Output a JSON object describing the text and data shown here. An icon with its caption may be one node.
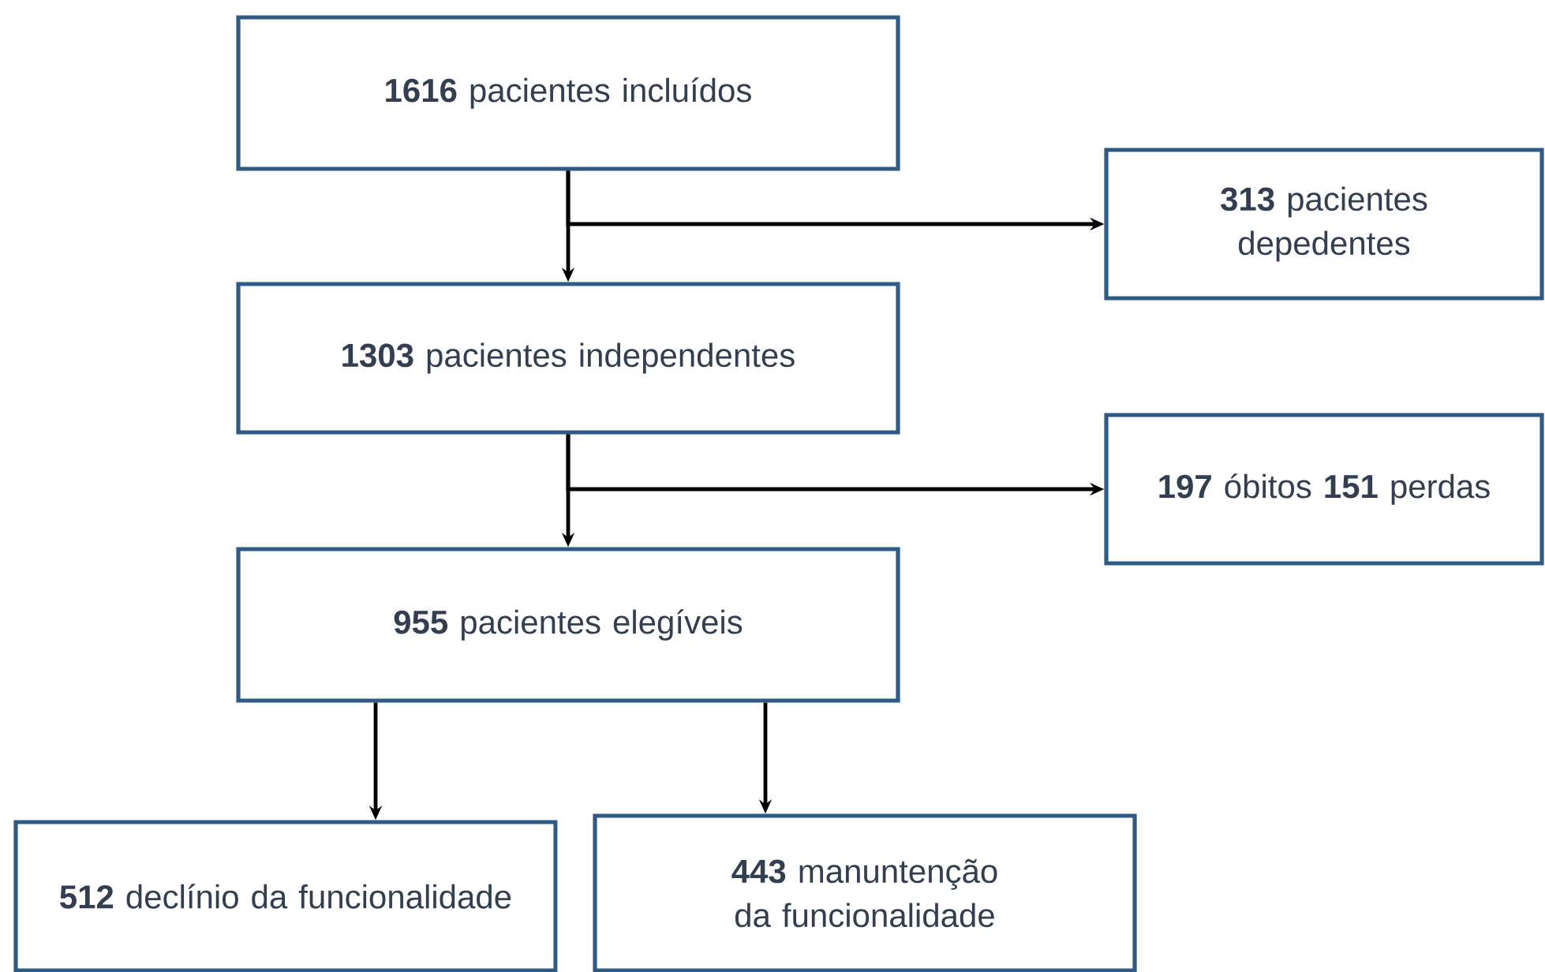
{
  "diagram": {
    "nodes": [
      {
        "text": [
          "**1616** pacientes incluídos"
        ]
      },
      {
        "text": [
          "**313** pacientes depedentes"
        ]
      },
      {
        "text": [
          "**1303** pacientes independentes"
        ]
      },
      {
        "text": [
          "**197** óbitos **151** perdas"
        ]
      },
      {
        "text": [
          "**955** pacientes elegíveis"
        ]
      },
      {
        "text": [
          "**512** declínio da funcionalidade"
        ]
      },
      {
        "text": [
          "**443** manuntenção da funcionalidade"
        ]
      }
    ],
    "edges": [
      {
        "from": 0,
        "to": 2,
        "arrow": "to"
      },
      {
        "from": 0,
        "to": 1,
        "arrow": "to"
      },
      {
        "from": 2,
        "to": 4,
        "arrow": "to"
      },
      {
        "from": 2,
        "to": 3,
        "arrow": "to"
      },
      {
        "from": 4,
        "to": 5,
        "arrow": "to"
      },
      {
        "from": 4,
        "to": 6,
        "arrow": "to"
      }
    ]
  }
}
